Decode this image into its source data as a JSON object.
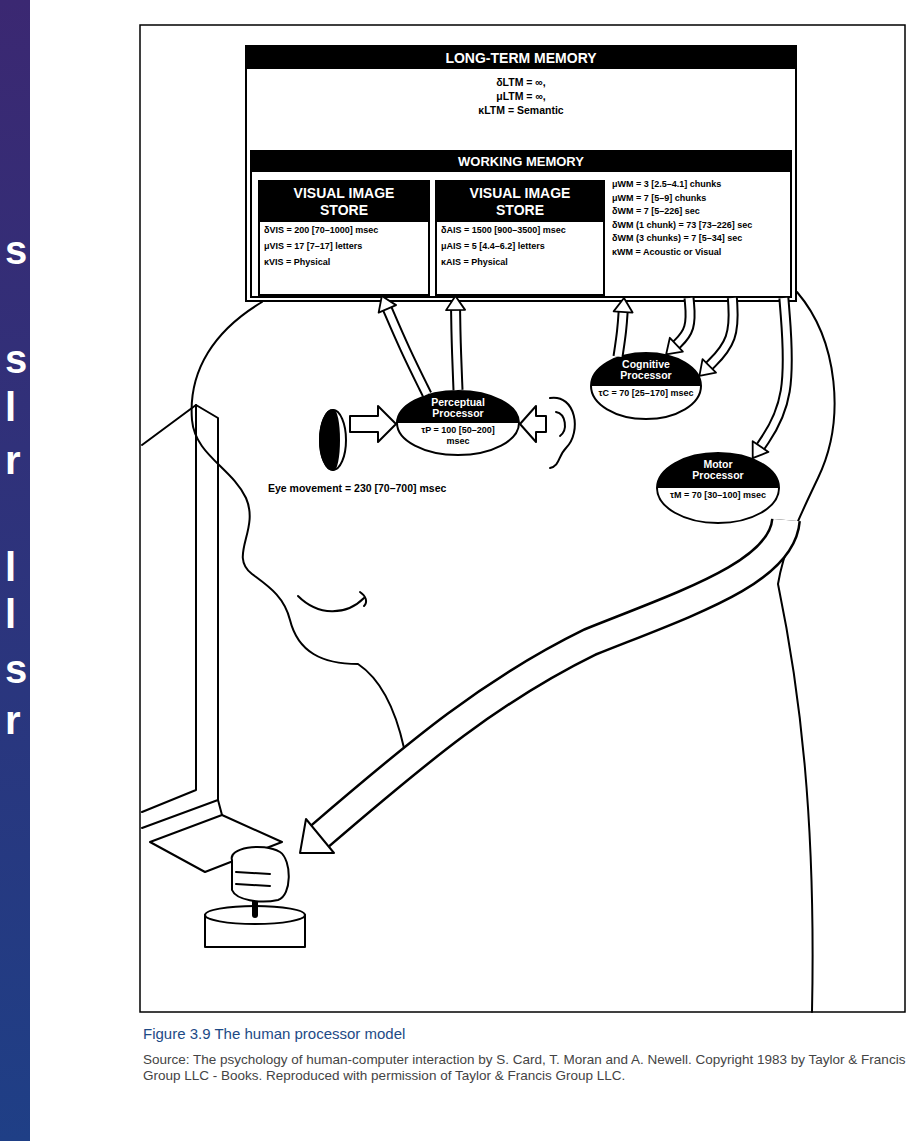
{
  "diagram": {
    "caption": "Figure 3.9 The human processor model",
    "nodes": [
      {
        "text": [
          "LONG-TERM MEMORY",
          "δLTM = ∞,",
          "μLTM = ∞,",
          "κLTM = Semantic"
        ]
      },
      {
        "text": [
          "WORKING MEMORY",
          "μWM = 3 [2.5–4.1] chunks",
          "μWM = 7 [5–9] chunks",
          "δWM = 7 [5–226] sec",
          "δWM (1 chunk) = 73 [73–226] sec",
          "δWM (3 chunks) = 7 [5–34] sec",
          "κWM = Acoustic or Visual"
        ],
        "in": 0
      },
      {
        "text": [
          "VISUAL IMAGE STORE",
          "δVIS = 200 [70–1000] msec",
          "μVIS = 17 [7–17] letters",
          "κVIS = Physical"
        ],
        "in": 1
      },
      {
        "text": [
          "VISUAL IMAGE STORE",
          "δAIS = 1500 [900–3500] msec",
          "μAIS = 5 [4.4–6.2] letters",
          "κAIS = Physical"
        ],
        "in": 1
      },
      {
        "text": [
          "Perceptual Processor",
          "τP = 100 [50–200] msec"
        ]
      },
      {
        "text": [
          "Cognitive Processor",
          "τC = 70 [25–170] msec"
        ]
      },
      {
        "text": [
          "Motor Processor",
          "τM = 70 [30–100] msec"
        ]
      }
    ],
    "edges": [
      {
        "from": 4,
        "to": 2,
        "arrow": "to"
      },
      {
        "from": 4,
        "to": 3,
        "arrow": "to"
      },
      {
        "from": 5,
        "to": 1,
        "arrow": "to"
      },
      {
        "from": 1,
        "to": 5,
        "arrow": "to"
      },
      {
        "from": 1,
        "to": 5,
        "arrow": "to"
      },
      {
        "from": 1,
        "to": 6,
        "arrow": "to"
      }
    ],
    "labels": [
      "Eye movement = 230 [70–700] msec",
      "Source: The psychology of human-computer interaction by S. Card, T. Moran and A. Newell. Copyright 1983 by Taylor & Francis Group LLC - Books. Reproduced with permission of Taylor & Francis Group LLC.",
      "s",
      "s",
      "l",
      "r",
      "l",
      "l",
      "s",
      "r"
    ]
  }
}
